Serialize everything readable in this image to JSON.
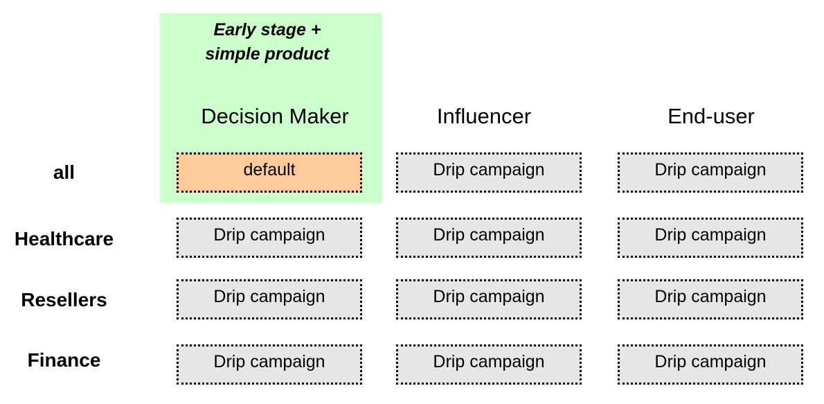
{
  "highlight": {
    "label_line1": "Early stage +",
    "label_line2": "simple product",
    "color": "#ccffcc"
  },
  "columns": [
    "Decision Maker",
    "Influencer",
    "End-user"
  ],
  "rows": [
    "all",
    "Healthcare",
    "Resellers",
    "Finance"
  ],
  "cells": [
    [
      "default",
      "Drip campaign",
      "Drip campaign"
    ],
    [
      "Drip campaign",
      "Drip campaign",
      "Drip campaign"
    ],
    [
      "Drip campaign",
      "Drip campaign",
      "Drip campaign"
    ],
    [
      "Drip campaign",
      "Drip campaign",
      "Drip campaign"
    ]
  ],
  "colors": {
    "default_cell": "#ffcc99",
    "drip_cell": "#e6e6e6"
  }
}
